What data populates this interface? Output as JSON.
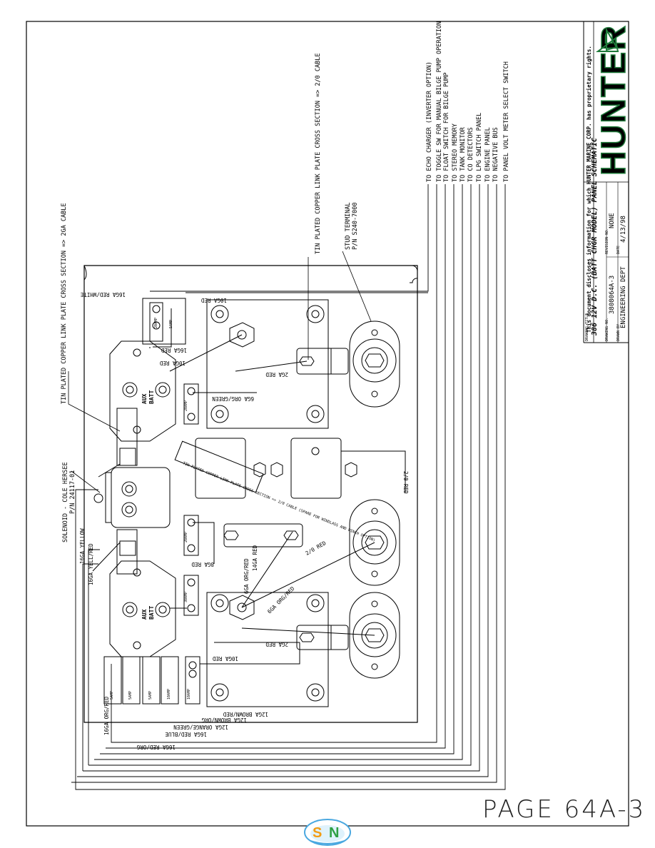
{
  "title_block": {
    "disclaimer": "This document discloses information for which HUNTER MARINE CORP. has proprietary rights.",
    "brand": "HUNTER",
    "drawing_title": "386 12V D.C. (BATT CHGR MODEL) PANEL SCHEMATIC",
    "drawing_no": "3808064A-3",
    "revision": "NONE",
    "drawn_by": "ENGINEERING DEPT",
    "date": "4/13/98",
    "field_title": "DRAWING TITLE",
    "field_drawing_no": "DRAWING NO.",
    "field_revision": "REVISION NO.",
    "field_drawn_by": "DRAWN BY",
    "field_date": "DATE"
  },
  "destinations": [
    "TO ECHO CHARGER (INVERTER OPTION)",
    "TO TOGGLE SW FOR MANUAL BILGE PUMP OPERATION",
    "TO FLOAT SWITCH FOR BILGE PUMP",
    "TO STEREO MEMORY",
    "TO TANK MONITOR",
    "TO CO DETECTORS",
    "TO LPG SWITCH PANEL",
    "TO ENGINE PANEL",
    "TO NEGATIVE BUS",
    "TO PANEL VOLT METER SELECT SWITCH"
  ],
  "callouts": {
    "link_plate_top": "TIN PLATED COPPER LINK PLATE CROSS SECTION => 2/0 CABLE",
    "stud_terminal_1": "STUD TERMINAL",
    "stud_terminal_2": "P/N S240-7000",
    "link_plate_left": "TIN PLATED COPPER LINK PLATE CROSS SECTION => 2GA CABLE",
    "solenoid_1": "SOLENOID - COLE HERSEE",
    "solenoid_2": "P/N 24117-01",
    "spare_plate": "TIN PLATED COPPER LINK PLATE CROSS SECTION => 2/0 CABLE (SPARE FOR WINDLASS AND WINCH OPTION)"
  },
  "wires": {
    "w1": "16GA RED/WHITE",
    "w2": "10GA RED",
    "w3": "16GA RED",
    "w4": "10GA RED",
    "w5": "2GA RED",
    "w6": "6GA ORG/GREEN",
    "w7": "2/0 RED",
    "w8": "2/0 RED",
    "w9": "8GA RED",
    "w10": "6GA ORG/RED",
    "w11": "14GA RED",
    "w12": "6GA ORG/RED",
    "w13": "2GA RED",
    "w14": "10GA RED",
    "w15": "16GA YELLOW",
    "w16": "16GA YELL/RED",
    "w17": "12GA BROWN/RED",
    "w18": "12GA BROWN/ORG",
    "w19": "12GA ORANGE/GREEN",
    "w20": "16GA RED/BLUE",
    "w21": "16GA RED/ORG",
    "w22": "16GA ORG/RED"
  },
  "breakers": {
    "b1": "20AMP",
    "b2": "5AMP",
    "b3": "20AMP",
    "b4": "20AMP",
    "b5": "30AMP",
    "b6": "5AMP",
    "b7": "5AMP",
    "b8": "5AMP",
    "b9": "10AMP",
    "b10": "10AMP"
  },
  "switch_labels": {
    "batt": "BATT",
    "aux": "AUX"
  },
  "page_label": "PAGE 64A-3",
  "footer_logo": {
    "s": "S",
    "n": "N"
  }
}
